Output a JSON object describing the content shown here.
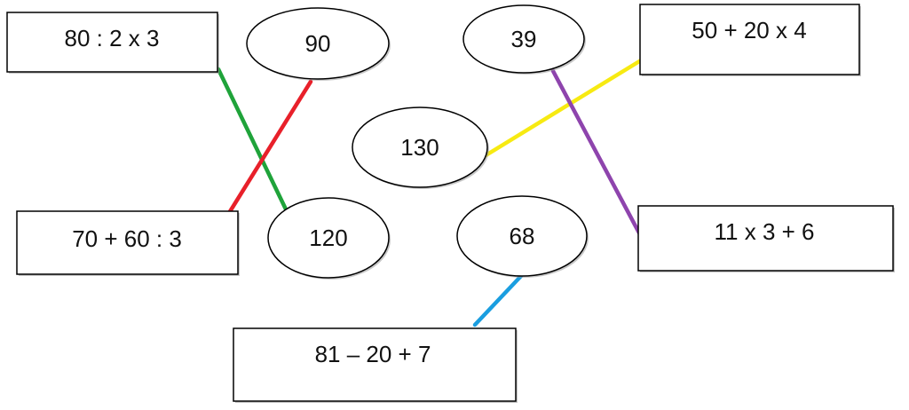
{
  "expressions": [
    {
      "id": "e1",
      "text": "80 : 2 x 3"
    },
    {
      "id": "e2",
      "text": "50 + 20 x 4"
    },
    {
      "id": "e3",
      "text": "70 + 60 : 3"
    },
    {
      "id": "e4",
      "text": "11 x 3 + 6"
    },
    {
      "id": "e5",
      "text": "81 – 20 + 7"
    }
  ],
  "answers": [
    {
      "id": "a1",
      "text": "90"
    },
    {
      "id": "a2",
      "text": "39"
    },
    {
      "id": "a3",
      "text": "130"
    },
    {
      "id": "a4",
      "text": "120"
    },
    {
      "id": "a5",
      "text": "68"
    }
  ],
  "links": [
    {
      "from": "e1",
      "to": "a4",
      "color": "#1fa33a"
    },
    {
      "from": "e3",
      "to": "a1",
      "color": "#e8202a"
    },
    {
      "from": "e2",
      "to": "a3",
      "color": "#f7ea12"
    },
    {
      "from": "e4",
      "to": "a2",
      "color": "#8e44ad"
    },
    {
      "from": "e5",
      "to": "a5",
      "color": "#1a9ee0"
    }
  ]
}
